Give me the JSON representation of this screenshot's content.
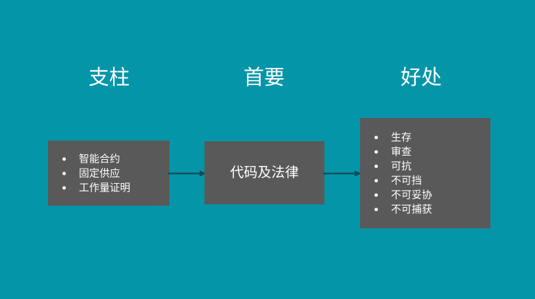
{
  "slide": {
    "background_color": "#0495a9",
    "box_color": "#595959",
    "text_color": "#ffffff",
    "arrow_color": "#0d4f5c",
    "columns": [
      {
        "heading": "支柱",
        "box": {
          "type": "bullets",
          "items": [
            "智能合约",
            "固定供应",
            "工作量证明"
          ]
        }
      },
      {
        "heading": "首要",
        "box": {
          "type": "label",
          "label": "代码及法律"
        }
      },
      {
        "heading": "好处",
        "box": {
          "type": "bullets",
          "items": [
            "生存",
            "审查",
            "可抗",
            "不可挡",
            "不可妥协",
            "不可捕获"
          ]
        }
      }
    ],
    "connectors": [
      {
        "from": "支柱",
        "to": "首要",
        "icon": "arrow-right-icon"
      },
      {
        "from": "首要",
        "to": "好处",
        "icon": "arrow-right-icon"
      }
    ]
  }
}
